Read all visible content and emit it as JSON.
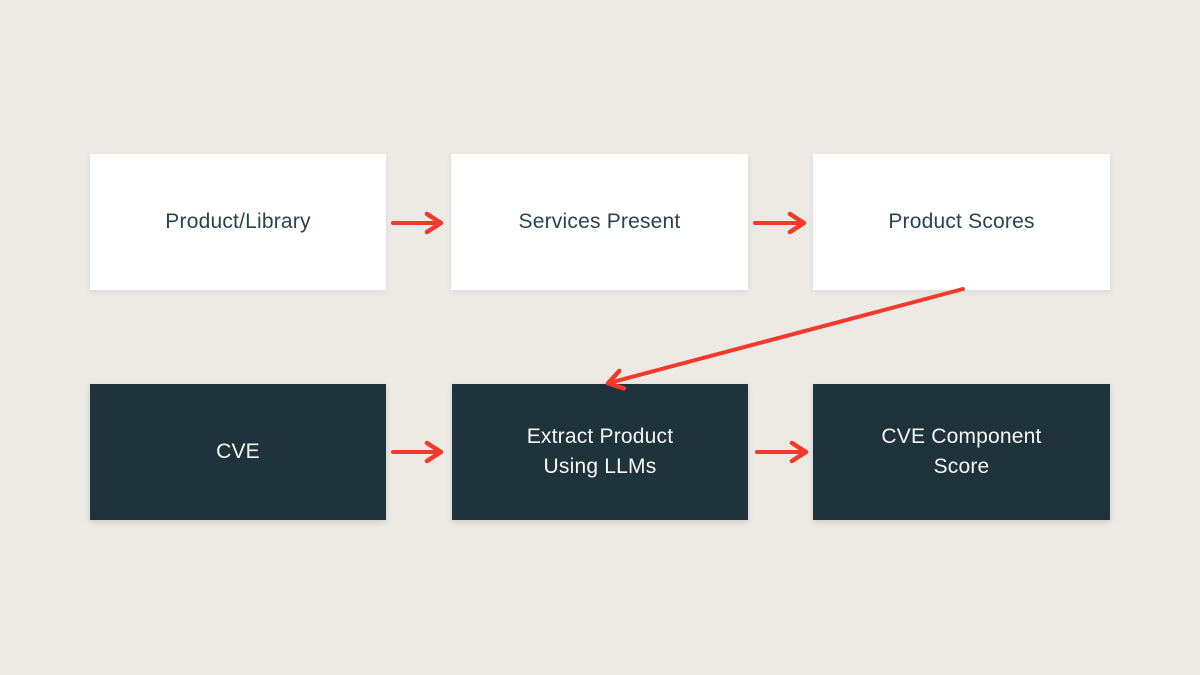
{
  "colors": {
    "background": "#EDEAE6",
    "box_light": "#FFFFFF",
    "box_dark": "#1E333C",
    "arrow": "#F2392C",
    "text_dark": "#29444E",
    "text_light": "#F7F7F5"
  },
  "diagram": {
    "top_row": [
      {
        "label": "Product/Library"
      },
      {
        "label": "Services Present"
      },
      {
        "label": "Product Scores"
      }
    ],
    "bottom_row": [
      {
        "label": "CVE"
      },
      {
        "label": "Extract Product Using LLMs"
      },
      {
        "label": "CVE Component Score"
      }
    ],
    "arrows": [
      {
        "name": "product-library-to-services-present"
      },
      {
        "name": "services-present-to-product-scores"
      },
      {
        "name": "product-scores-to-extract-product"
      },
      {
        "name": "cve-to-extract-product"
      },
      {
        "name": "extract-product-to-cve-component-score"
      }
    ]
  }
}
